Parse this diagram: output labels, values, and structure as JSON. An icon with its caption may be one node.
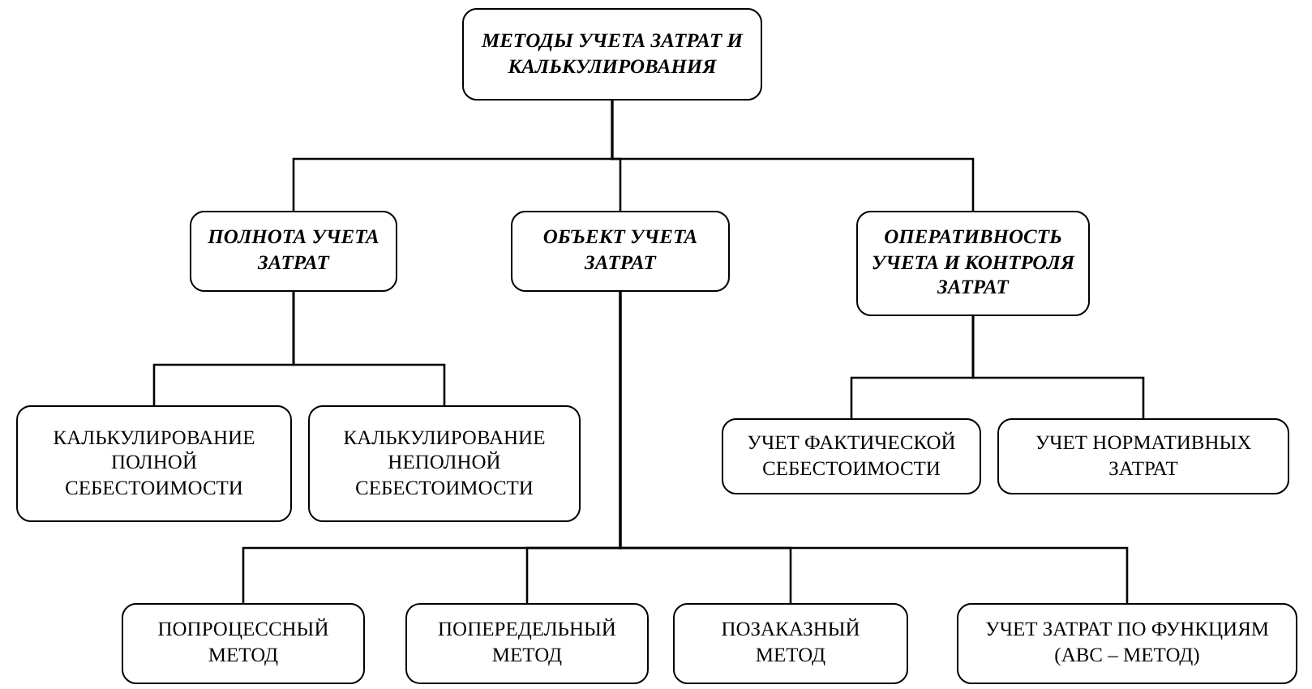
{
  "diagram": {
    "nodes": [
      {
        "text": [
          "МЕТОДЫ УЧЕТА ЗАТРАТ И КАЛЬКУЛИРОВАНИЯ"
        ]
      },
      {
        "text": [
          "ПОЛНОТА УЧЕТА ЗАТРАТ"
        ]
      },
      {
        "text": [
          "ОБЪЕКТ УЧЕТА ЗАТРАТ"
        ]
      },
      {
        "text": [
          "ОПЕРАТИВНОСТЬ УЧЕТА И КОНТРОЛЯ ЗАТРАТ"
        ]
      },
      {
        "text": [
          "КАЛЬКУЛИРОВАНИЕ ПОЛНОЙ СЕБЕСТОИМОСТИ"
        ]
      },
      {
        "text": [
          "КАЛЬКУЛИРОВАНИЕ НЕПОЛНОЙ СЕБЕСТОИМОСТИ"
        ]
      },
      {
        "text": [
          "УЧЕТ ФАКТИЧЕСКОЙ СЕБЕСТОИМОСТИ"
        ]
      },
      {
        "text": [
          "УЧЕТ НОРМАТИВНЫХ ЗАТРАТ"
        ]
      },
      {
        "text": [
          "ПОПРОЦЕССНЫЙ МЕТОД"
        ]
      },
      {
        "text": [
          "ПОПЕРЕДЕЛЬНЫЙ МЕТОД"
        ]
      },
      {
        "text": [
          "ПОЗАКАЗНЫЙ МЕТОД"
        ]
      },
      {
        "text": [
          "УЧЕТ ЗАТРАТ ПО ФУНКЦИЯМ (ABC – МЕТОД)"
        ]
      }
    ],
    "edges": [
      {
        "from": 0,
        "to": 1,
        "arrow": "none"
      },
      {
        "from": 0,
        "to": 2,
        "arrow": "none"
      },
      {
        "from": 0,
        "to": 3,
        "arrow": "none"
      },
      {
        "from": 1,
        "to": 4,
        "arrow": "none"
      },
      {
        "from": 1,
        "to": 5,
        "arrow": "none"
      },
      {
        "from": 3,
        "to": 6,
        "arrow": "none"
      },
      {
        "from": 3,
        "to": 7,
        "arrow": "none"
      },
      {
        "from": 2,
        "to": 8,
        "arrow": "none"
      },
      {
        "from": 2,
        "to": 9,
        "arrow": "none"
      },
      {
        "from": 2,
        "to": 10,
        "arrow": "none"
      },
      {
        "from": 2,
        "to": 11,
        "arrow": "none"
      }
    ]
  }
}
